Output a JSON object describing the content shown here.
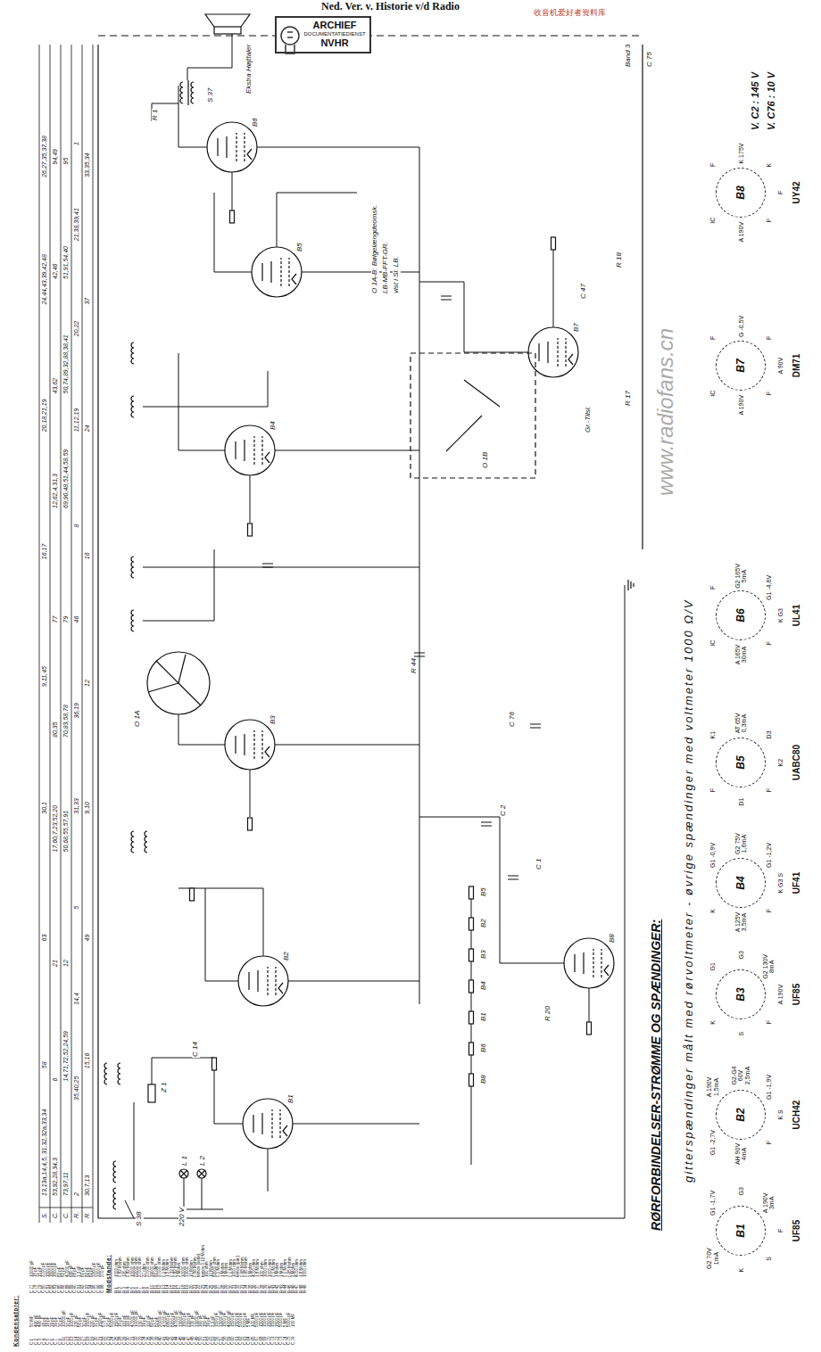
{
  "diagram": {
    "nodes": [
      {
        "text": [
          "ARCHIEF",
          "DOCUMENTATIEDIENST",
          "NVHR"
        ]
      },
      {
        "text": [
          "B1",
          "UF85"
        ]
      },
      {
        "text": [
          "B2",
          "UCH42"
        ]
      },
      {
        "text": [
          "B3",
          "UF85"
        ]
      },
      {
        "text": [
          "B4",
          "UF41"
        ]
      },
      {
        "text": [
          "B5",
          "UABC80"
        ]
      },
      {
        "text": [
          "B6",
          "UL41"
        ]
      },
      {
        "text": [
          "B7",
          "DM71"
        ]
      },
      {
        "text": [
          "B8",
          "UY42"
        ]
      }
    ],
    "labels": [
      "Ned. Ver. v. Historie v/d Radio",
      "收音机爱好者资料库",
      "www.radiofans.cn",
      "Kondensatorer:",
      "C 1",
      "50 MF",
      "C 2",
      "490 pF",
      "C 3",
      "490 pF",
      "C 4",
      "18 pF",
      "C 5",
      "18 pF",
      "C 6",
      "39 pF",
      "C 7",
      "39 pF",
      "C 9",
      "30 pF",
      "C 11",
      "10000 pF",
      "C 12",
      "30 pF",
      "C 13",
      "1000 pF",
      "C 14",
      "220 pF",
      "C 16",
      "56 pF",
      "C 17",
      "30 pF",
      "C 18",
      "1500 pF",
      "C 19",
      "220 pF",
      "C 20",
      "30 pF",
      "C 21",
      "1500 pF",
      "C 22",
      "575 pF",
      "C 23",
      "30 pF",
      "C 24",
      "5000 pF",
      "C 25",
      "1500 pF",
      "C 28",
      "15 pF",
      "C 29",
      "110 pF",
      "C 30",
      "110 pF",
      "C 31",
      "47000 pF",
      "C 32",
      "10000 pF",
      "C 33",
      "330 pF",
      "C 34",
      "39 pF",
      "C 35",
      "110 pF",
      "C 38",
      "82 pF",
      "C 39",
      "82 pF",
      "C 40",
      "20000 pF",
      "C 41",
      "47000 pF",
      "C 42",
      "6800 pF",
      "C 43",
      "8200 pF",
      "C 44",
      "47000 pF",
      "C 45",
      "33000 pF",
      "C 46",
      "1500 pF",
      "C 47",
      "2200 pF",
      "C 48",
      "330 pF",
      "C 49",
      "33000 pF",
      "C 50",
      "160 pF",
      "C 51",
      "150 pF",
      "C 52",
      "39 pF",
      "C 53",
      "3,3 pF",
      "C 56",
      "1500 pF",
      "C 57",
      "33000 pF",
      "C 58",
      "1500 pF",
      "C 59",
      "40000 pF",
      "C 60",
      "1500 pF",
      "C 61",
      "1500 pF",
      "C 62",
      "5000 pF",
      "C 63",
      "5000 pF",
      "C 64",
      "5 MF",
      "C 65",
      "100 MF",
      "C 67",
      "5000 pF",
      "C 68",
      "1500 pF",
      "C 69",
      "1500 pF",
      "C 70",
      "1500 pF",
      "C 71",
      "1500 pF",
      "C 72",
      "1500 pF",
      "C 73",
      "5000 pF",
      "C 74",
      "5 MF",
      "C 75",
      "5000 pF",
      "C 76",
      "100 MF",
      "C 77",
      "10000 pF",
      "C 78",
      "15 pF",
      "C 79",
      "15 pF",
      "C 80",
      "2700 pF",
      "C 81",
      "1500 pF",
      "C 82",
      "1500 pF",
      "C 83",
      "1500 pF",
      "C 85",
      "82 pF",
      "C 86",
      "82 pF",
      "C 88",
      "47000 pF",
      "C 89",
      "680 pF",
      "C 90",
      "68 pF",
      "C 91",
      "3,3 pF",
      "C 92",
      "82 pF",
      "C 93",
      "82 pF",
      "C 94",
      "82 pF",
      "C 95",
      "2200 pF",
      "C 96",
      "2200 pF",
      "C 98",
      "270 pF",
      "Modstande:",
      "R 1",
      "1000 ohm",
      "R 2",
      "0,82 Mohm",
      "R 3",
      "120 ohm",
      "R 4",
      "0,82 Mohm",
      "R 5",
      "10000 ohm",
      "R 6",
      "22000 ohm",
      "R 7",
      "27000 ohm",
      "R 8",
      "27 ohm",
      "R 9",
      "27000 ohm",
      "R 10",
      "39000 ohm",
      "R 11",
      "82 ohm",
      "R 12",
      "27000 ohm",
      "R 13",
      "0,1 Mohm",
      "R 14",
      "1,5 Mohm",
      "R 15",
      "0,33 Mohm",
      "R 16",
      "0,82 Mohm",
      "R 17",
      "2 Mohm",
      "R 18",
      "10000 ohm",
      "R 19",
      "33000 ohm",
      "R 20",
      "10 Mohm",
      "R 21",
      "0,56 Mohm",
      "R 22",
      "temos (serie)",
      "R 23",
      "temos 0,12 Mohm",
      "R 24",
      "160 ohm",
      "R 25",
      "10 Mohm",
      "R 26",
      "82000 ohm",
      "R 27",
      "0,1 Mohm",
      "R 28",
      "1 Mohm",
      "R 29",
      "1 Mohm",
      "R 30",
      "0,1 Mohm",
      "R 31",
      "1000 ohm",
      "R 32",
      "temos (par.)",
      "R 33",
      "0,68 Mohm",
      "R 34",
      "0,65 Mohm",
      "R 35",
      "2 Mohm",
      "R 36",
      "4700 ohm",
      "R 37",
      "1,8 Mohm",
      "R 38",
      "100 ohm",
      "R 39",
      "1000 ohm",
      "R 40",
      "1000 ohm",
      "R 41",
      "0,1 Mohm",
      "R 42",
      "1 Mohm",
      "R 43",
      "1 Mohm",
      "R 44",
      "0,1 Mohm",
      "R 45",
      "0,65 Mohm",
      "R 46",
      "2 Mohm",
      "R 47",
      "4700 ohm",
      "R 48",
      "1,8 Mohm",
      "R 49",
      "1000 ohm",
      "S.",
      "13,13a,14,4,5, 31,32,32a,33,34",
      "58",
      "63",
      "30,1",
      "9,11,45",
      "16,17",
      "20,18,21,19",
      "24,44,43,39,42,48",
      "26,27,35,37,38",
      "C.",
      "53,92,28,34,3",
      "6",
      "21",
      "17,60,7,23,52,20",
      "80,35",
      "77",
      "12,62,4,31,3",
      "43,62",
      "42,46",
      "94,49",
      "C.",
      "73,97,11",
      "14,71,72,52,24,59",
      "12",
      "50,68,55,57,91",
      "70,83,58,78",
      "79",
      "69,90,48,51,44,58,59",
      "50,74,89,32,88,38,41",
      "51,91,54,40",
      "95",
      "R.",
      "2",
      "35,40,25",
      "14,4",
      "5",
      "31,33",
      "36,19",
      "46",
      "8",
      "11,12,19",
      "20,22",
      "21,38,39,41",
      "1",
      "R.",
      "30,7,13",
      "15,16",
      "49",
      "9,10",
      "12",
      "16",
      "24",
      "37",
      "33,35,34",
      "B1",
      "B2",
      "B3",
      "B4",
      "B5",
      "B6",
      "B7",
      "B8",
      "O 1A",
      "O 1B",
      "O 1A-B: Bølgelængdeomsk.",
      "LB-MB-FFT-GR.",
      "vist i Sl. LB.",
      "Gr.-Tilsl.",
      "Ekstra Højttaler",
      "Band 3",
      "S 38",
      "220 V",
      "Z 1",
      "L 1",
      "L 2",
      "B8",
      "B6",
      "B1",
      "B4",
      "B3",
      "B2",
      "B5",
      "R 20",
      "C 1",
      "C 2",
      "C 76",
      "R 44",
      "C 47",
      "R 18",
      "R 17",
      "S 37",
      "R 1",
      "C 75",
      "C 14",
      "RØRFORBINDELSER-STRØMME OG SPÆNDINGER:",
      "gitterspændinger målt med rørvoltmeter - øvrige spændinger med voltmeter 1000 Ω/V",
      "V. C2 : 145 V",
      "V. C76 : 10 V",
      "G3",
      "A 190V 3mA",
      "F",
      "S",
      "K",
      "G2 70V 1mA",
      "G1 -1,7V",
      "G2-G4 60V 2,5mA",
      "G1 -1,9V",
      "K S",
      "F",
      "AH 90V 4mA",
      "G1 -2,7V",
      "A 190V 1,5mA",
      "G3",
      "G2 130V 8mA",
      "A 190V",
      "F",
      "S",
      "K",
      "G1",
      "G2 75V 1,6mA",
      "G1 -1,2V",
      "K G3 S",
      "F",
      "A 125V 3,5mA",
      "K",
      "G1 -0,9V",
      "AT 65V 0,3mA",
      "D3",
      "K2",
      "F",
      "D1",
      "F",
      "K1",
      "G2 165V 5mA",
      "G1 -4,6V",
      "K G3",
      "F",
      "A 165V 30mA",
      "IC",
      "F",
      "G -0,5V",
      "F",
      "A 90V",
      "F",
      "A 190V",
      "IC",
      "F",
      "K 175V",
      "K",
      "F",
      "F",
      "A 190V",
      "IC",
      "F"
    ]
  }
}
